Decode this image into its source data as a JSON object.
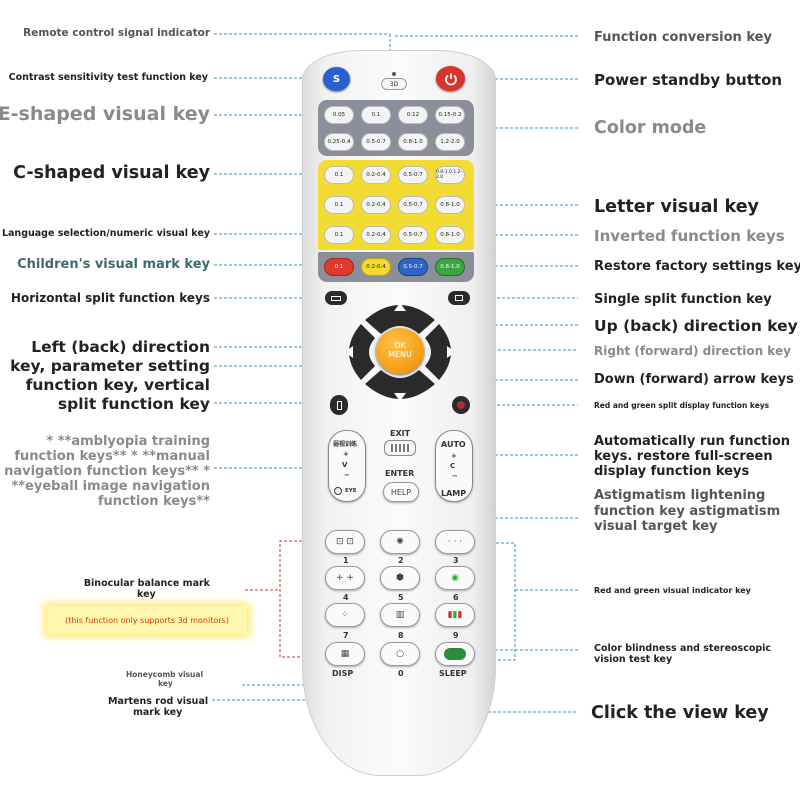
{
  "labels_left": {
    "remote_signal": "Remote control signal indicator",
    "contrast": "Contrast sensitivity test function key",
    "e_shaped": "E-shaped visual key",
    "c_shaped": "C-shaped visual key",
    "language": "Language selection/numeric visual key",
    "children": "Children's visual mark key",
    "horizontal_split": "Horizontal split function keys",
    "left_back_1": "Left (back) direction",
    "left_back_2": "key, parameter setting",
    "left_back_3": "function key, vertical",
    "left_back_4": "split function key",
    "amblyopia_1": "* **amblyopia training",
    "amblyopia_2": "function keys** * **manual",
    "amblyopia_3": "navigation function keys** *",
    "amblyopia_4": "**eyeball image navigation",
    "amblyopia_5": "function keys**",
    "binocular_1": "Binocular balance mark",
    "binocular_2": "key",
    "note": "(this function only supports 3d monitors)",
    "honeycomb_1": "Honeycomb visual",
    "honeycomb_2": "key",
    "martens_1": "Martens rod visual",
    "martens_2": "mark key"
  },
  "labels_right": {
    "function_conversion": "Function conversion key",
    "power": "Power standby button",
    "color_mode": "Color mode",
    "letter": "Letter visual key",
    "inverted": "Inverted function keys",
    "restore": "Restore factory settings key",
    "single_split": "Single split function key",
    "up": "Up (back) direction key",
    "right_forward": "Right (forward) direction key",
    "down": "Down (forward) arrow keys",
    "red_green_split": "Red and green split display function keys",
    "auto_1": "Automatically run function",
    "auto_2": "keys. restore full-screen",
    "auto_3": "display function keys",
    "astig_1": "Astigmatism lightening",
    "astig_2": "function key astigmatism",
    "astig_3": "visual target key",
    "red_green_indicator": "Red and green visual indicator key",
    "color_blind_1": "Color blindness and stereoscopic",
    "color_blind_2": "vision test key",
    "click_view": "Click the view key"
  },
  "remote": {
    "s_label": "S",
    "threed_label": "3D",
    "gray_rows": [
      [
        "0.05",
        "0.1",
        "0.12",
        "0.15-0.2"
      ],
      [
        "0.25-0.4",
        "0.5-0.7",
        "0.8-1.0",
        "1.2-2.0"
      ]
    ],
    "yellow_rows": [
      [
        "0.1",
        "0.2-0.4",
        "0.5-0.7",
        "0.8-1.0 1.2-2.0"
      ],
      [
        "0.1",
        "0.2-0.4",
        "0.5-0.7",
        "0.8-1.0"
      ],
      [
        "0.1",
        "0.2-0.4",
        "0.5-0.7",
        "0.8-1.0"
      ]
    ],
    "color_row": [
      "0.1",
      "0.2-0.4",
      "0.5-0.7",
      "0.8-1.0"
    ],
    "ok_label": "OK",
    "menu_label": "MENU",
    "exit_label": "EXIT",
    "enter_label": "ENTER",
    "help_label": "HELP",
    "auto_label": "AUTO",
    "c_label": "C",
    "lamp_label": "LAMP",
    "v_label": "V",
    "eye_label": "EYE",
    "cn_label": "弱视训练",
    "numbers": [
      "1",
      "2",
      "3",
      "4",
      "5",
      "6",
      "7",
      "8",
      "9",
      "0"
    ],
    "disp_label": "DISP",
    "sleep_label": "SLEEP"
  },
  "colors": {
    "leader_blue": "#3a8fc7",
    "leader_red": "#c0392b",
    "s_button": "#2a5fd0",
    "power_button": "#d9342b",
    "ok_button": "#f39c12",
    "panel_gray": "#8a8f9a",
    "panel_yellow": "#f2dc33"
  }
}
